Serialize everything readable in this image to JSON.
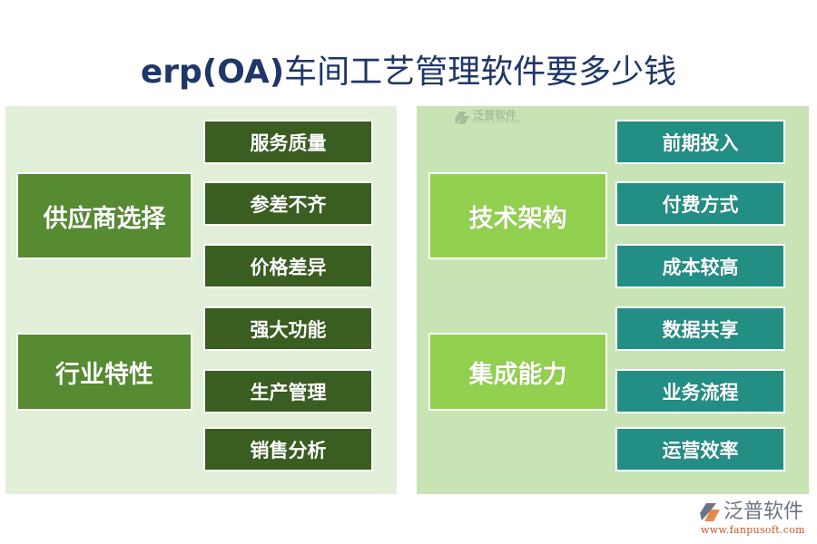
{
  "title": {
    "latin": "erp(OA)",
    "chinese": "车间工艺管理软件要多少钱"
  },
  "colors": {
    "title": "#1f3668",
    "left_panel_bg": "#e2efd9",
    "right_panel_bg": "#c9e4b4",
    "left_big_box": "#568b31",
    "left_small_box": "#3a5e21",
    "right_big_box": "#92d050",
    "right_small_box": "#238e84"
  },
  "left_panel": {
    "groups": [
      {
        "label": "供应商选择",
        "items": [
          "服务质量",
          "参差不齐",
          "价格差异"
        ]
      },
      {
        "label": "行业特性",
        "items": [
          "强大功能",
          "生产管理",
          "销售分析"
        ]
      }
    ]
  },
  "right_panel": {
    "watermark": {
      "cn": "泛普软件",
      "en": "FANPU SOFTWARE"
    },
    "groups": [
      {
        "label": "技术架构",
        "items": [
          "前期投入",
          "付费方式",
          "成本较高"
        ]
      },
      {
        "label": "集成能力",
        "items": [
          "数据共享",
          "业务流程",
          "运营效率"
        ]
      }
    ]
  },
  "logo": {
    "name": "泛普软件",
    "url": "www.fanpusoft.com",
    "icon": "fanpu-logo-icon"
  }
}
